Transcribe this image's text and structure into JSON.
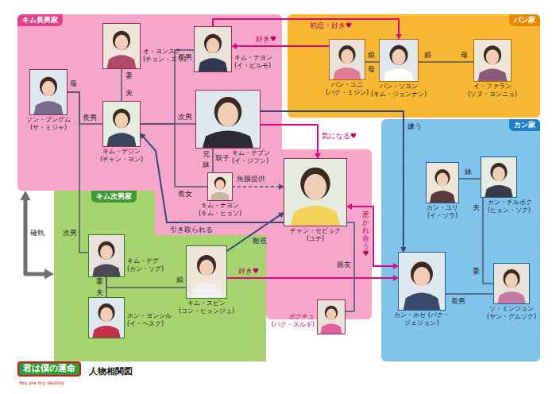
{
  "diagram": {
    "title": "君は僕の運命",
    "caption": "人物相関図",
    "nodes": [
      {
        "text": [
          "キム長男家"
        ]
      },
      {
        "text": [
          "ソン・プングム (サ・ミジャ)"
        ],
        "in": 0
      },
      {
        "text": [
          "オ・ヨンスク (チョン・エリ)"
        ],
        "in": 0
      },
      {
        "text": [
          "キム・デジン (チャン・ヨン)"
        ],
        "in": 0
      },
      {
        "text": [
          "キム・テヨン (イ・ピルモ)"
        ],
        "in": 0
      },
      {
        "text": [
          "キム・テプン (イ・ジフン)"
        ],
        "in": 0
      },
      {
        "text": [
          "キム・ナヨン (キム・ヒョソ)"
        ],
        "in": 0
      },
      {
        "text": [
          "パン家"
        ]
      },
      {
        "text": [
          "パン・ユニ (パク・ミジン)"
        ],
        "in": 7
      },
      {
        "text": [
          "パン・ソヨン (キム・ジョンナン)"
        ],
        "in": 7
      },
      {
        "text": [
          "イ・ファラン (ソヌ・ヨンニョ)"
        ],
        "in": 7
      },
      {
        "text": [
          "キム次男家"
        ]
      },
      {
        "text": [
          "キム・デグ (カン・ソグ)"
        ],
        "in": 11
      },
      {
        "text": [
          "ホン・ヨンシル (イ・ヘスク)"
        ],
        "in": 11
      },
      {
        "text": [
          "キム・スビン (コン・ヒョンジュ)"
        ],
        "in": 11
      },
      {
        "text": [
          "チャン・セビョク (ユナ)"
        ]
      },
      {
        "text": [
          "ボクチュ (パク・スルギ)"
        ]
      },
      {
        "text": [
          "カン家"
        ]
      },
      {
        "text": [
          "カン・ユリ (イ・ソラ)"
        ],
        "in": 17
      },
      {
        "text": [
          "カン・チルボク (ヒョン・ソク)"
        ],
        "in": 17
      },
      {
        "text": [
          "ソ・ミンジョン (ヤン・グムソク)"
        ],
        "in": 17
      },
      {
        "text": [
          "カン・ホセ (パク・ジェジョン)"
        ],
        "in": 17
      }
    ],
    "edges": [
      {
        "from": 4,
        "to": 9,
        "arrow": "to",
        "label": "初恋・好き♥"
      },
      {
        "from": 8,
        "to": 4,
        "arrow": "to",
        "label": "好き♥"
      },
      {
        "from": 1,
        "to": 3,
        "arrow": "none"
      },
      {
        "from": 2,
        "to": 3,
        "arrow": "none"
      },
      {
        "from": 3,
        "to": 4,
        "arrow": "none"
      },
      {
        "from": 3,
        "to": 5,
        "arrow": "none"
      },
      {
        "from": 3,
        "to": 6,
        "arrow": "none"
      },
      {
        "from": 5,
        "to": 6,
        "arrow": "none"
      },
      {
        "from": 8,
        "to": 9,
        "arrow": "none"
      },
      {
        "from": 9,
        "to": 10,
        "arrow": "none"
      },
      {
        "from": 5,
        "to": 15,
        "arrow": "to",
        "label": "気になる♥"
      },
      {
        "from": 5,
        "to": 21,
        "arrow": "to",
        "label": "嫌う"
      },
      {
        "from": 6,
        "to": 15,
        "arrow": "to",
        "label": "角膜提供"
      },
      {
        "from": 15,
        "to": 3,
        "arrow": "to",
        "label": "引き取られる"
      },
      {
        "from": 0,
        "to": 11,
        "arrow": "both",
        "label": "確執"
      },
      {
        "from": 1,
        "to": 12,
        "arrow": "none"
      },
      {
        "from": 12,
        "to": 13,
        "arrow": "none"
      },
      {
        "from": 12,
        "to": 14,
        "arrow": "none"
      },
      {
        "from": 14,
        "to": 15,
        "arrow": "to",
        "label": "敵視"
      },
      {
        "from": 14,
        "to": 21,
        "arrow": "to",
        "label": "好き♥"
      },
      {
        "from": 15,
        "to": 21,
        "arrow": "both",
        "label": "惹かれ合う♥"
      },
      {
        "from": 15,
        "to": 16,
        "arrow": "none",
        "label": "親友"
      },
      {
        "from": 18,
        "to": 19,
        "arrow": "none"
      },
      {
        "from": 19,
        "to": 20,
        "arrow": "none"
      },
      {
        "from": 20,
        "to": 21,
        "arrow": "none"
      }
    ],
    "labels": [
      "母",
      "長男",
      "妻",
      "夫",
      "長男",
      "次男",
      "兄",
      "妹",
      "双子",
      "長女",
      "娘",
      "母",
      "娘",
      "母",
      "次男",
      "妻",
      "夫",
      "娘",
      "妹",
      "夫",
      "妻",
      "長男",
      "You are my destiny"
    ]
  }
}
